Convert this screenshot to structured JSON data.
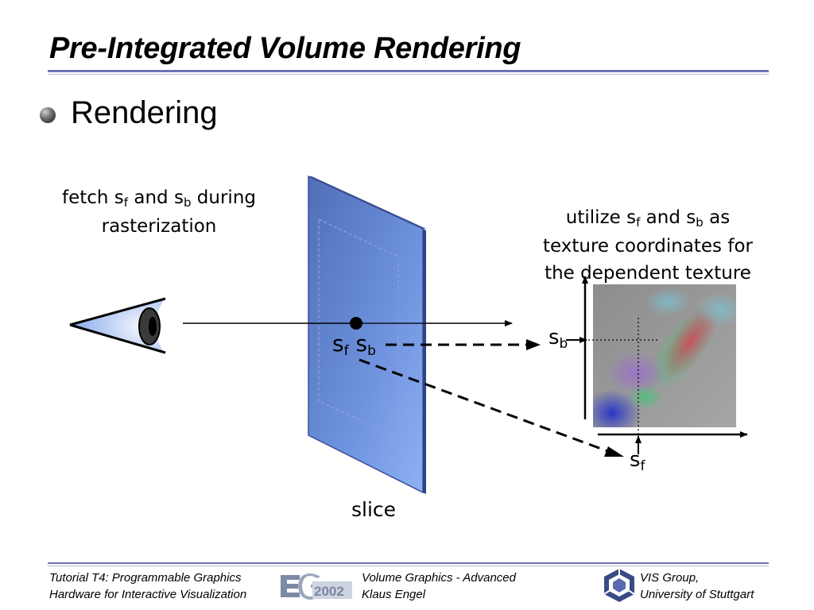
{
  "slide": {
    "title": "Pre-Integrated Volume Rendering",
    "bullet": "Rendering"
  },
  "captions": {
    "left_line1_a": "fetch s",
    "left_line1_sub_f": "f",
    "left_line1_b": " and s",
    "left_line1_sub_b": "b",
    "left_line1_c": " during",
    "left_line2": "rasterization",
    "right_line1_a": "utilize s",
    "right_line1_sub_f": "f",
    "right_line1_b": " and s",
    "right_line1_sub_b": "b",
    "right_line1_c": " as",
    "right_line2": "texture coordinates for",
    "right_line3": "the dependent texture",
    "slice": "slice"
  },
  "labels": {
    "s": "s",
    "f": "f",
    "b": "b"
  },
  "footer": {
    "left_line1": "Tutorial T4: Programmable Graphics",
    "left_line2": "Hardware for Interactive Visualization",
    "mid_line1": "Volume Graphics - Advanced",
    "mid_line2": "Klaus Engel",
    "right_line1": "VIS Group,",
    "right_line2": "University of Stuttgart",
    "eg_logo_text": "2002"
  },
  "colors": {
    "rule": "#6f73b4",
    "slice_fill": "#7a9de0",
    "eye_fill": "#9fb8f0"
  }
}
